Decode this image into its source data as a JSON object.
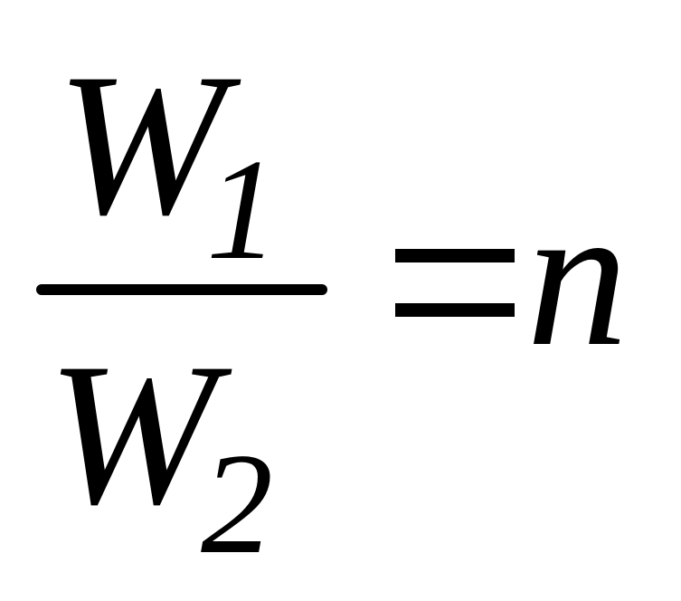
{
  "formula": {
    "numerator": {
      "base": "W",
      "subscript": "1"
    },
    "denominator": {
      "base": "W",
      "subscript": "2"
    },
    "operator": "=",
    "result": "n"
  }
}
